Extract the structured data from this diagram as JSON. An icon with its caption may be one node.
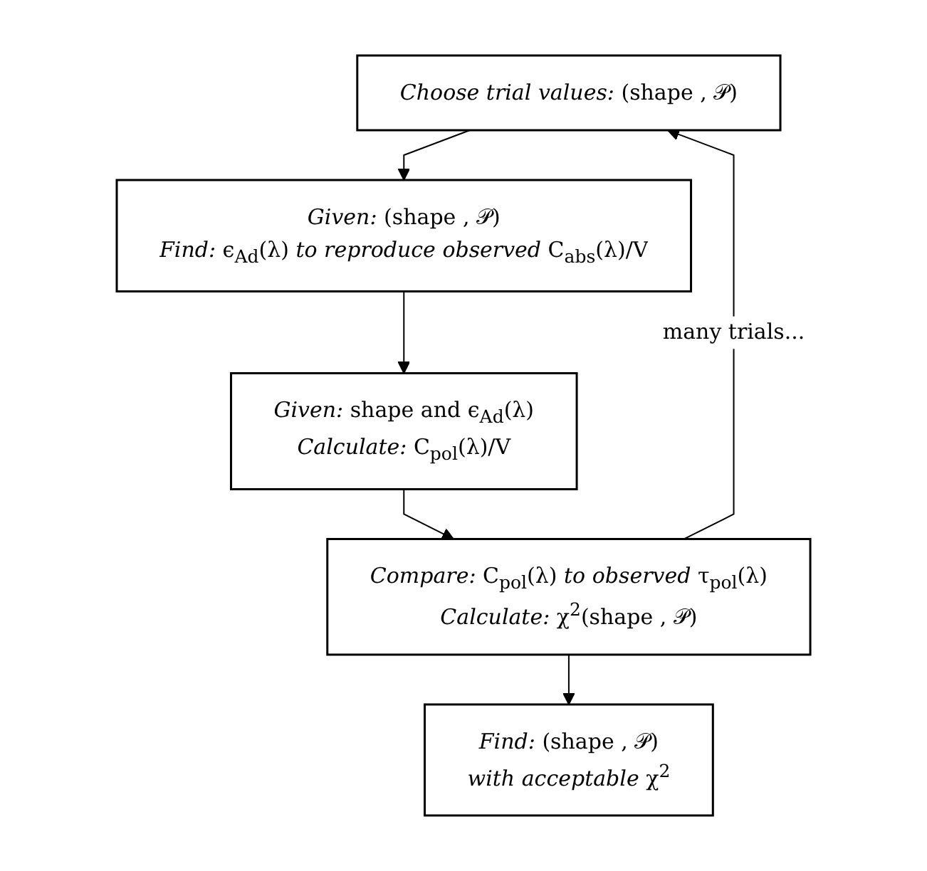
{
  "diagram": {
    "nodes": [
      {
        "text": [
          "*Choose trial values:* (shape , 𝒫)"
        ]
      },
      {
        "text": [
          "*Given:* (shape , 𝒫)",
          "*Find:* ϵ$_{Ad}$(λ) *to reproduce observed* C$_{abs}$(λ)/V"
        ]
      },
      {
        "text": [
          "*Given:* shape and ϵ$_{Ad}$(λ)",
          "*Calculate:* C$_{pol}$(λ)/V"
        ]
      },
      {
        "text": [
          "*Compare:* C$_{pol}$(λ) *to observed* τ$_{pol}$(λ)",
          "*Calculate:* χ$^{2}$(shape , 𝒫)"
        ]
      },
      {
        "text": [
          "*Find:* (shape , 𝒫)",
          "*with acceptable* χ$^{2}$"
        ]
      }
    ],
    "edges": [
      {
        "from": 0,
        "to": 1,
        "arrow": "to"
      },
      {
        "from": 1,
        "to": 2,
        "arrow": "to"
      },
      {
        "from": 2,
        "to": 3,
        "arrow": "to"
      },
      {
        "from": 3,
        "to": 4,
        "arrow": "to"
      },
      {
        "from": 3,
        "to": 0,
        "arrow": "to",
        "label": "many trials..."
      }
    ]
  }
}
